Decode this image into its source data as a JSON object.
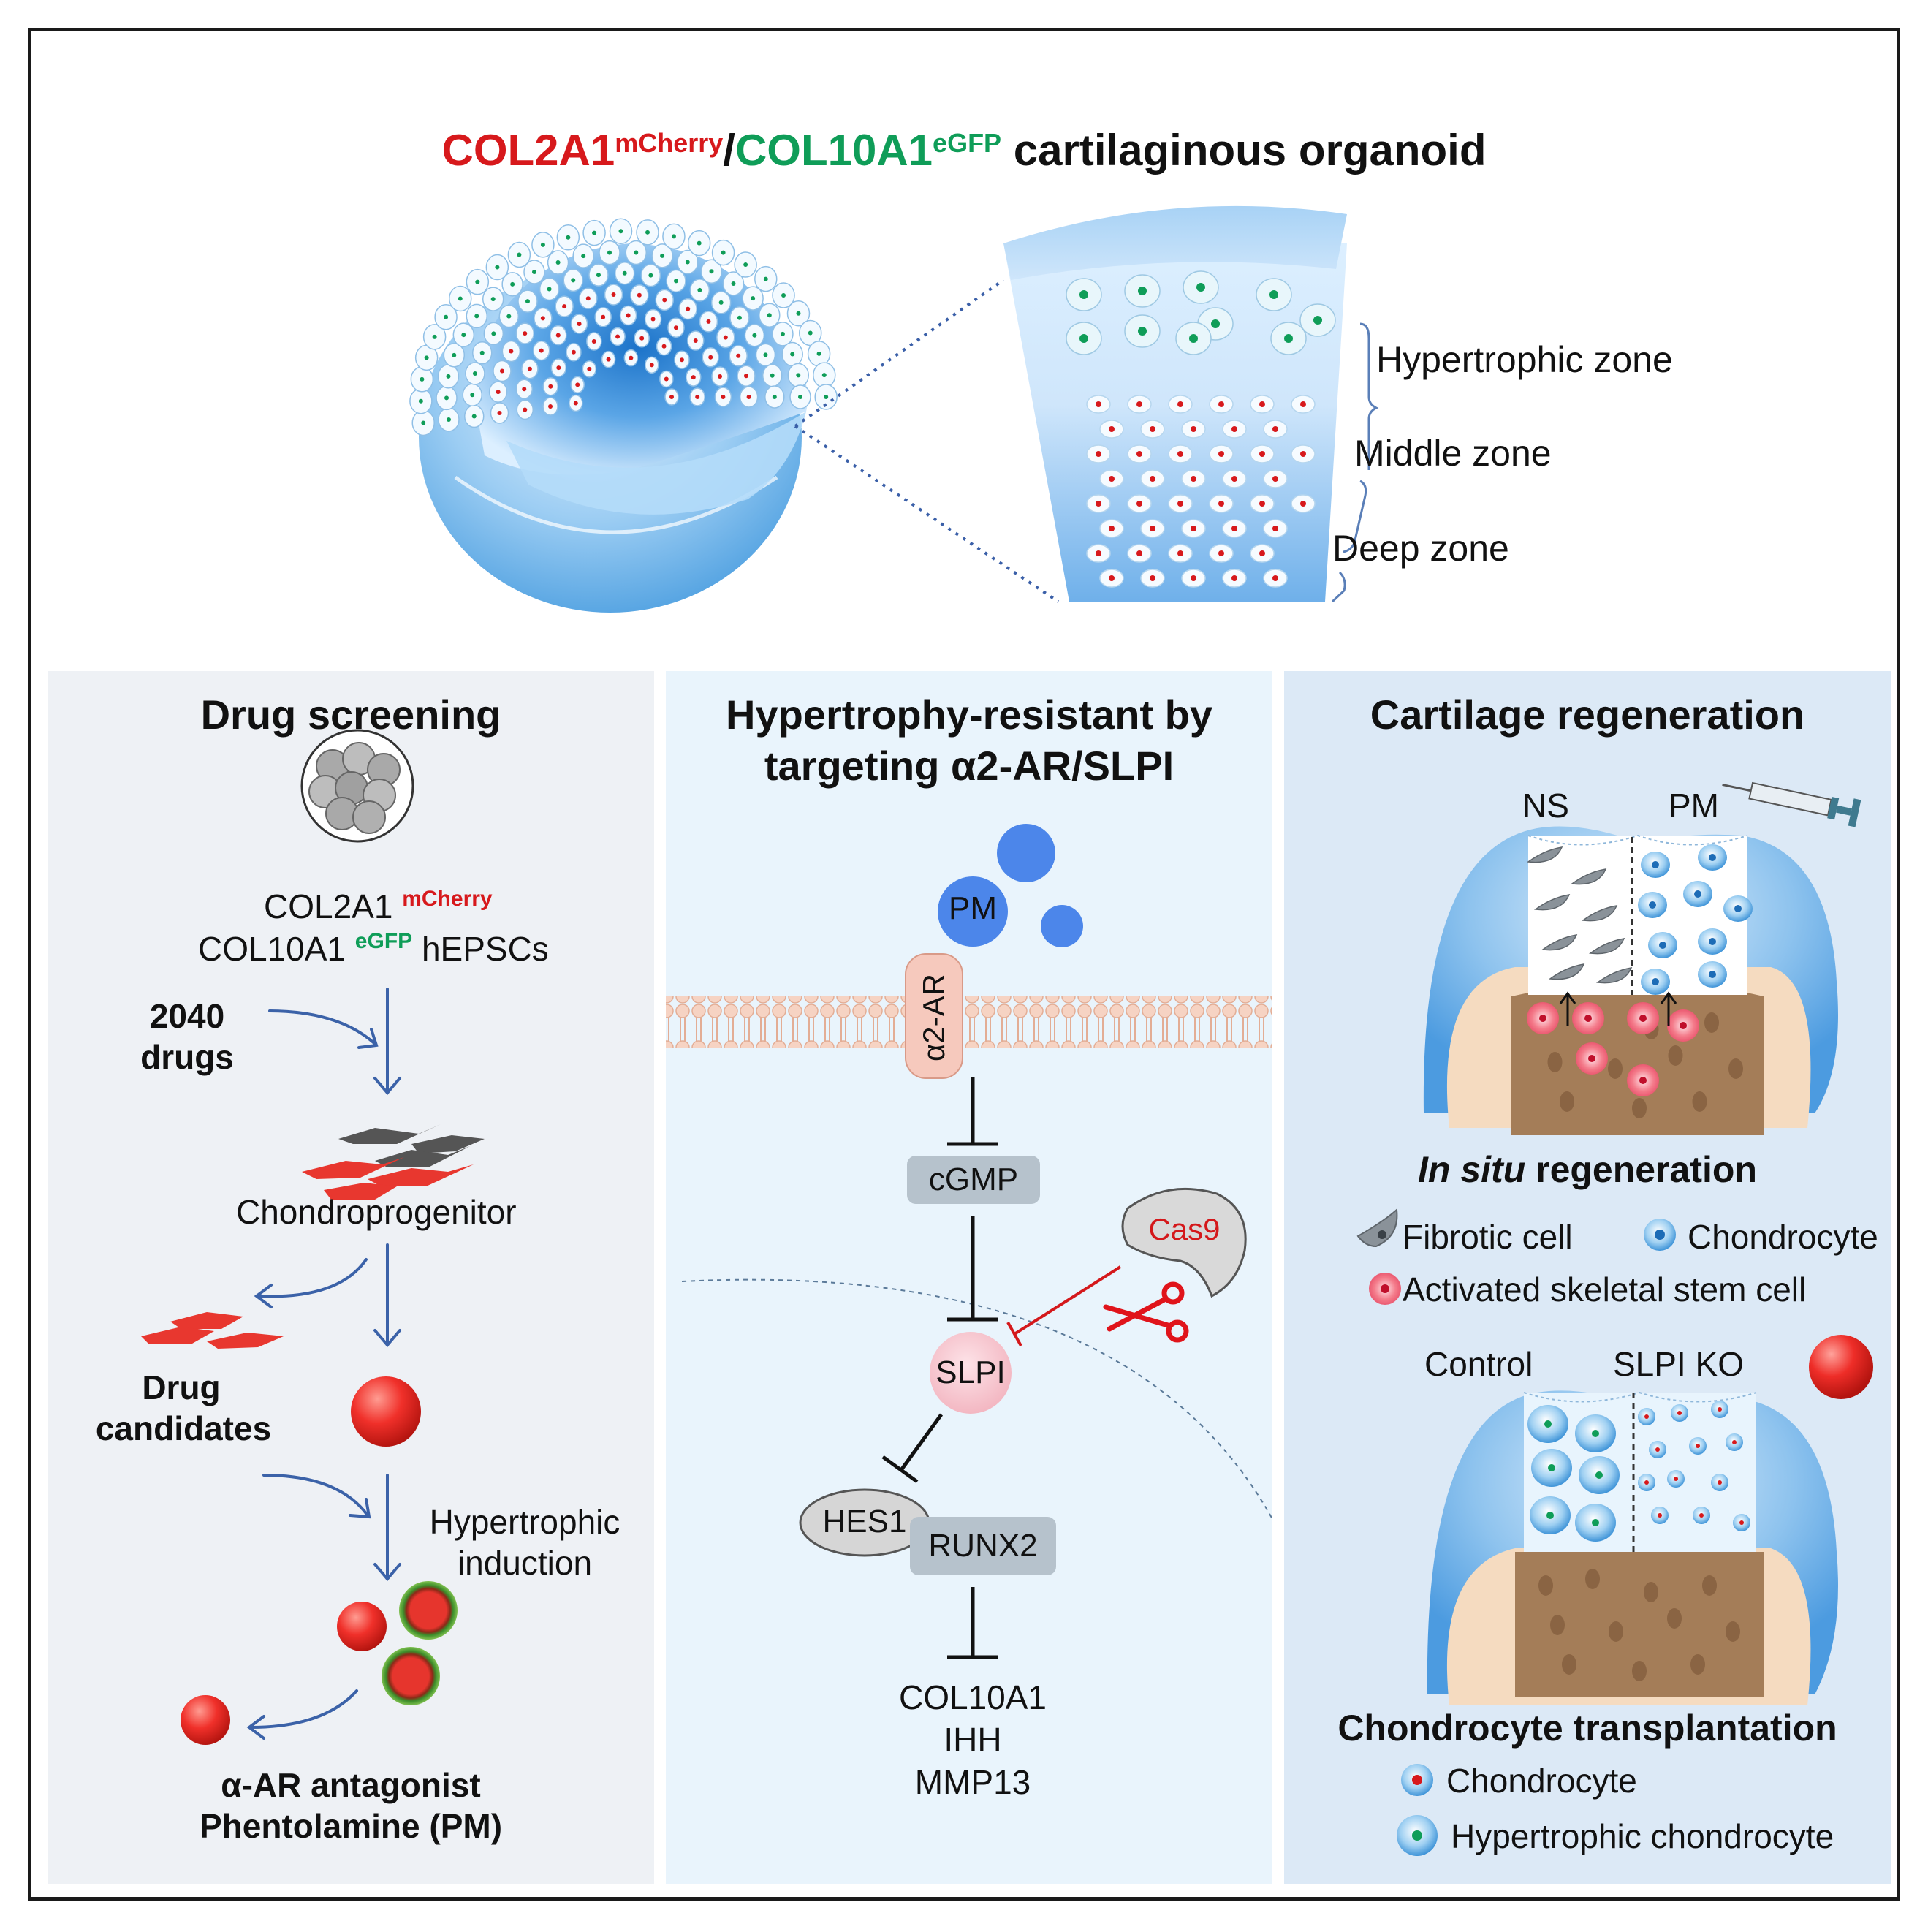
{
  "title": {
    "part1": "COL2A1",
    "part1_sup": "mCherry",
    "separator": "/",
    "part2": "COL10A1",
    "part2_sup": "eGFP",
    "part3": " cartilaginous organoid",
    "colors": {
      "red": "#d7191c",
      "green": "#0f9d58",
      "black": "#111111"
    }
  },
  "zones": [
    "Hypertrophic zone",
    "Middle zone",
    "Deep zone"
  ],
  "drug_screening": {
    "title": "Drug screening",
    "cell_line": {
      "line1": "COL2A1",
      "line1_sup": "mCherry",
      "line2": "COL10A1",
      "line2_sup": "eGFP",
      "line2_suffix": "hEPSCs"
    },
    "drugs_count": "2040",
    "drugs_word": "drugs",
    "chondroprogenitor": "Chondroprogenitor",
    "candidates_line1": "Drug",
    "candidates_line2": "candidates",
    "induction_line1": "Hypertrophic",
    "induction_line2": "induction",
    "result_line1": "α-AR antagonist",
    "result_line2": "Phentolamine (PM)"
  },
  "mechanism": {
    "title_line1": "Hypertrophy-resistant by",
    "title_line2": "targeting α2-AR/SLPI",
    "pm": "PM",
    "receptor": "α2-AR",
    "cgmp": "cGMP",
    "cas9": "Cas9",
    "slpi": "SLPI",
    "hes1": "HES1",
    "runx2": "RUNX2",
    "targets": [
      "COL10A1",
      "IHH",
      "MMP13"
    ]
  },
  "regeneration": {
    "title": "Cartilage regeneration",
    "ns": "NS",
    "pm": "PM",
    "in_situ_italic": "In situ",
    "in_situ_rest": " regeneration",
    "legend1": {
      "fibrotic": "Fibrotic cell",
      "chondrocyte": "Chondrocyte",
      "activated": "Activated skeletal stem cell"
    },
    "control": "Control",
    "slpi_ko": "SLPI KO",
    "transplant_title": "Chondrocyte transplantation",
    "legend2": {
      "chondrocyte": "Chondrocyte",
      "hypertrophic": "Hypertrophic chondrocyte"
    }
  }
}
